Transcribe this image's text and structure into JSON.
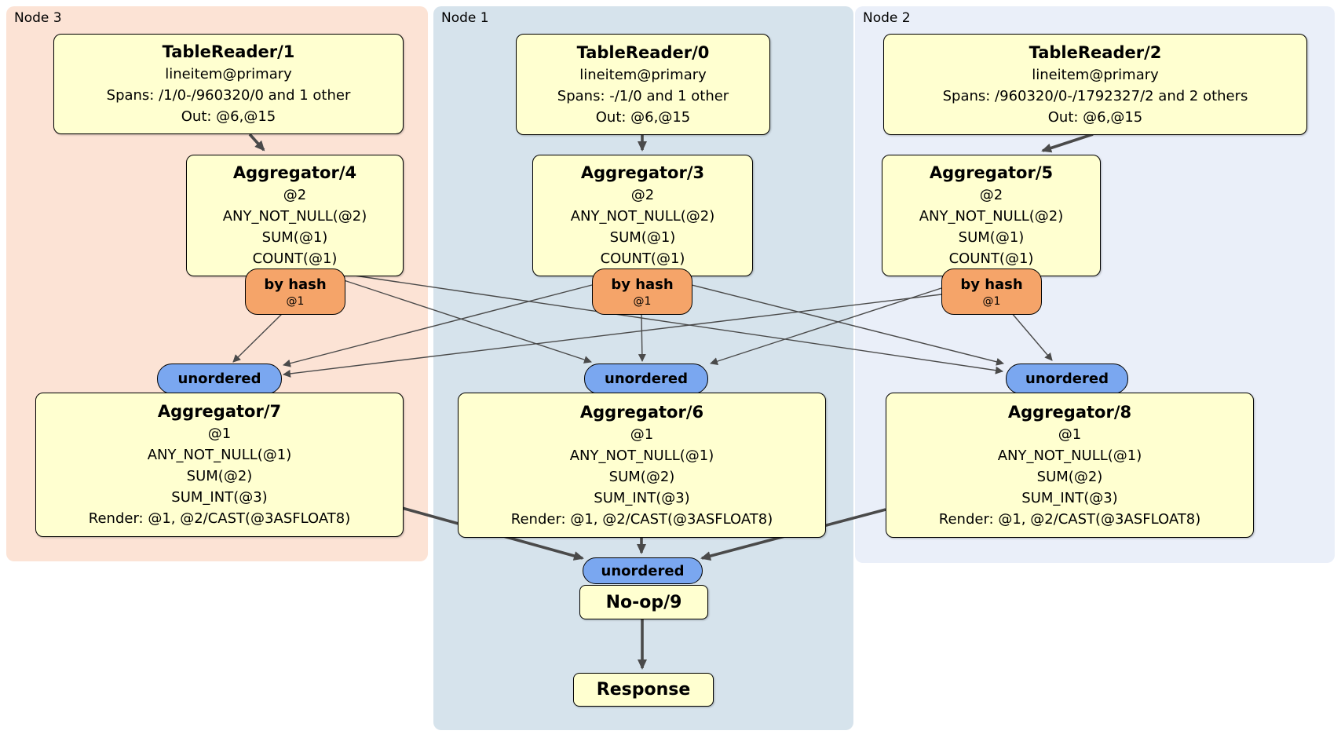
{
  "regions": [
    {
      "label": "Node 3"
    },
    {
      "label": "Node 1"
    },
    {
      "label": "Node 2"
    }
  ],
  "processors": {
    "tablereader1": {
      "title": "TableReader/1",
      "lines": [
        "lineitem@primary",
        "Spans: /1/0-/960320/0 and 1 other",
        "Out: @6,@15"
      ]
    },
    "tablereader0": {
      "title": "TableReader/0",
      "lines": [
        "lineitem@primary",
        "Spans: -/1/0 and 1 other",
        "Out: @6,@15"
      ]
    },
    "tablereader2": {
      "title": "TableReader/2",
      "lines": [
        "lineitem@primary",
        "Spans: /960320/0-/1792327/2 and 2 others",
        "Out: @6,@15"
      ]
    },
    "aggregator4": {
      "title": "Aggregator/4",
      "lines": [
        "@2",
        "ANY_NOT_NULL(@2)",
        "SUM(@1)",
        "COUNT(@1)"
      ]
    },
    "aggregator3": {
      "title": "Aggregator/3",
      "lines": [
        "@2",
        "ANY_NOT_NULL(@2)",
        "SUM(@1)",
        "COUNT(@1)"
      ]
    },
    "aggregator5": {
      "title": "Aggregator/5",
      "lines": [
        "@2",
        "ANY_NOT_NULL(@2)",
        "SUM(@1)",
        "COUNT(@1)"
      ]
    },
    "aggregator7": {
      "title": "Aggregator/7",
      "lines": [
        "@1",
        "ANY_NOT_NULL(@1)",
        "SUM(@2)",
        "SUM_INT(@3)",
        "Render: @1, @2/CAST(@3ASFLOAT8)"
      ]
    },
    "aggregator6": {
      "title": "Aggregator/6",
      "lines": [
        "@1",
        "ANY_NOT_NULL(@1)",
        "SUM(@2)",
        "SUM_INT(@3)",
        "Render: @1, @2/CAST(@3ASFLOAT8)"
      ]
    },
    "aggregator8": {
      "title": "Aggregator/8",
      "lines": [
        "@1",
        "ANY_NOT_NULL(@1)",
        "SUM(@2)",
        "SUM_INT(@3)",
        "Render: @1, @2/CAST(@3ASFLOAT8)"
      ]
    },
    "noop9": {
      "title": "No-op/9"
    },
    "response": {
      "title": "Response"
    }
  },
  "routers": {
    "hash_node3": {
      "label": "by hash",
      "detail": "@1"
    },
    "hash_node1": {
      "label": "by hash",
      "detail": "@1"
    },
    "hash_node2": {
      "label": "by hash",
      "detail": "@1"
    }
  },
  "syncs": {
    "unordered_node3": {
      "label": "unordered"
    },
    "unordered_node1": {
      "label": "unordered"
    },
    "unordered_node2": {
      "label": "unordered"
    },
    "unordered_final": {
      "label": "unordered"
    }
  },
  "colors": {
    "node3_bg": "#fce3d5",
    "node1_bg": "#d6e3ec",
    "node2_bg": "#eaeff9",
    "box_fill": "#ffffd0",
    "router_fill": "#f5a469",
    "sync_fill": "#7aa7f0",
    "edge": "#4a4a4a"
  }
}
